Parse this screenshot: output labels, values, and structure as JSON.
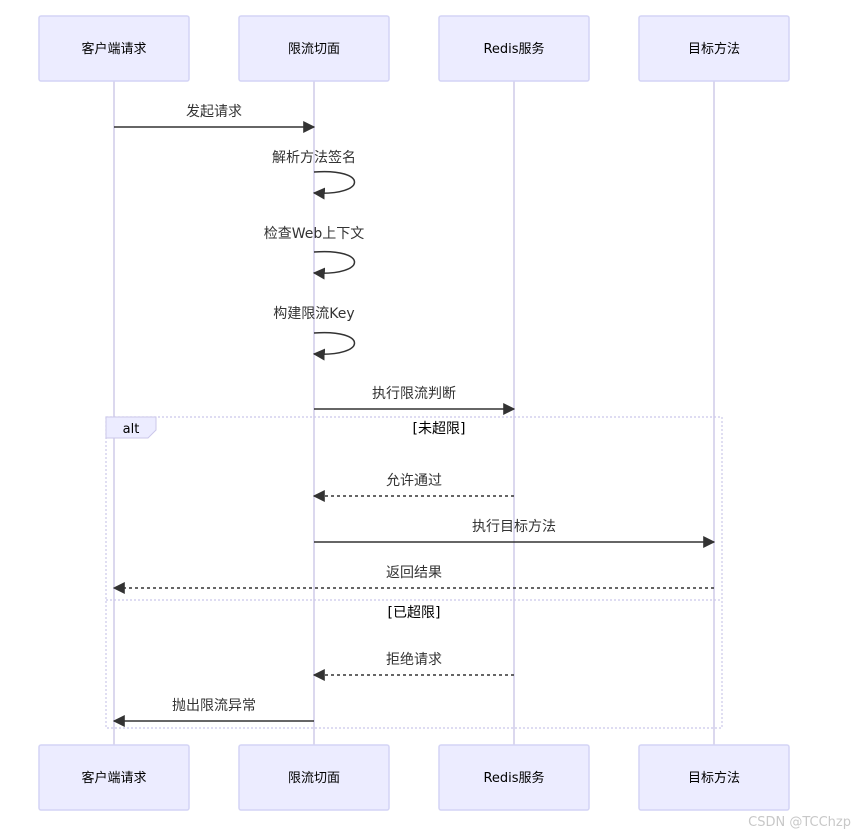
{
  "participants": [
    {
      "id": "client",
      "label": "客户端请求"
    },
    {
      "id": "aspect",
      "label": "限流切面"
    },
    {
      "id": "redis",
      "label": "Redis服务"
    },
    {
      "id": "target",
      "label": "目标方法"
    }
  ],
  "messages": [
    {
      "id": "m1",
      "from": "client",
      "to": "aspect",
      "label": "发起请求",
      "style": "solid"
    },
    {
      "id": "m2",
      "from": "aspect",
      "to": "aspect",
      "label": "解析方法签名",
      "style": "solid"
    },
    {
      "id": "m3",
      "from": "aspect",
      "to": "aspect",
      "label": "检查Web上下文",
      "style": "solid"
    },
    {
      "id": "m4",
      "from": "aspect",
      "to": "aspect",
      "label": "构建限流Key",
      "style": "solid"
    },
    {
      "id": "m5",
      "from": "aspect",
      "to": "redis",
      "label": "执行限流判断",
      "style": "solid"
    },
    {
      "id": "m6",
      "from": "redis",
      "to": "aspect",
      "label": "允许通过",
      "style": "dashed"
    },
    {
      "id": "m7",
      "from": "aspect",
      "to": "target",
      "label": "执行目标方法",
      "style": "solid"
    },
    {
      "id": "m8",
      "from": "target",
      "to": "client",
      "label": "返回结果",
      "style": "dashed"
    },
    {
      "id": "m9",
      "from": "redis",
      "to": "aspect",
      "label": "拒绝请求",
      "style": "dashed"
    },
    {
      "id": "m10",
      "from": "aspect",
      "to": "client",
      "label": "抛出限流异常",
      "style": "solid"
    }
  ],
  "alt_block": {
    "label": "alt",
    "conditions": [
      "[未超限]",
      "[已超限]"
    ]
  },
  "watermark": "CSDN @TCChzp",
  "colors": {
    "actor_fill": "#ececff",
    "actor_border": "#d4d4f5",
    "lifeline": "#cfcbe8",
    "message": "#333333"
  }
}
